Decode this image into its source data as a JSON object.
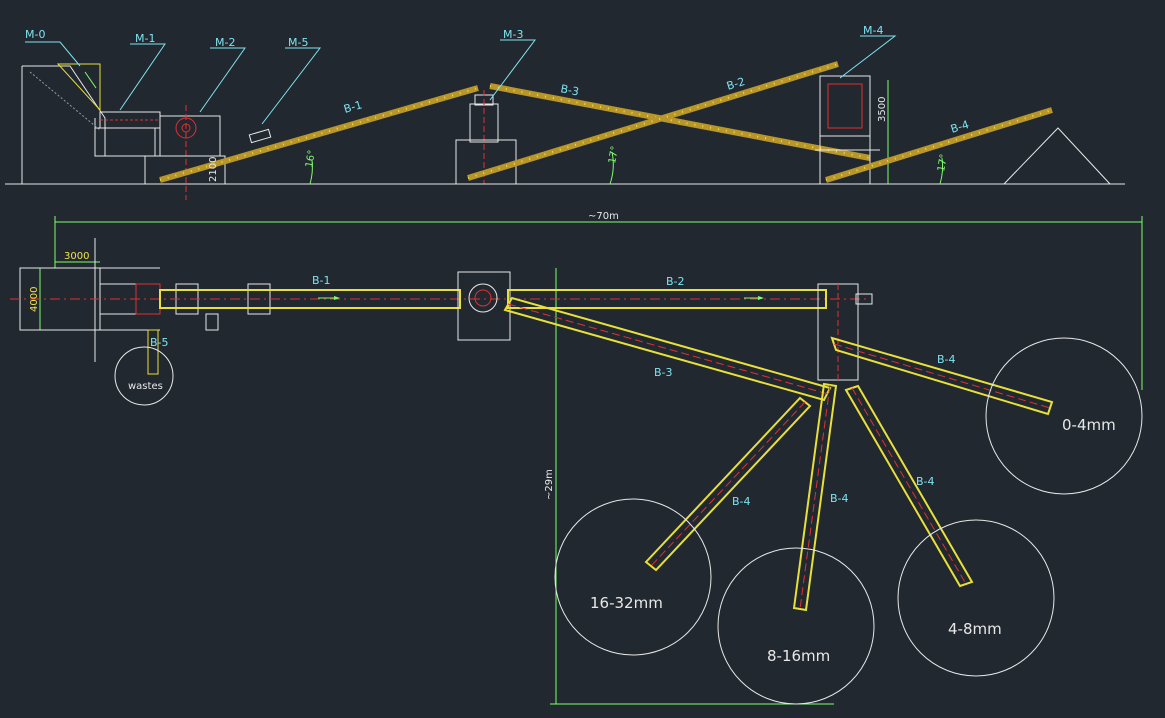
{
  "elevation": {
    "machines": [
      "M-0",
      "M-1",
      "M-2",
      "M-5",
      "M-3",
      "M-4"
    ],
    "belts": [
      "B-1",
      "B-3",
      "B-2",
      "B-4"
    ],
    "angles": [
      "16°",
      "17°",
      "17°"
    ],
    "dims": [
      "2100",
      "3500"
    ]
  },
  "plan": {
    "overall_length": "~70m",
    "overall_width": "~29m",
    "dim_3000": "3000",
    "dim_4000": "4000",
    "belts": {
      "b1": "B-1",
      "b2": "B-2",
      "b3": "B-3",
      "b4a": "B-4",
      "b4b": "B-4",
      "b4c": "B-4",
      "b4d": "B-4",
      "b5": "B-5"
    },
    "piles": {
      "wastes": "wastes",
      "p04": "0-4mm",
      "p1632": "16-32mm",
      "p816": "8-16mm",
      "p48": "4-8mm"
    }
  },
  "colors": {
    "background": "#212830",
    "belt": "#e8e03a",
    "belt_dark": "#b8962a",
    "frame": "#e8e8e8",
    "label": "#7fe3f0",
    "centerline": "#e03030",
    "dimension": "#7dff6a"
  }
}
